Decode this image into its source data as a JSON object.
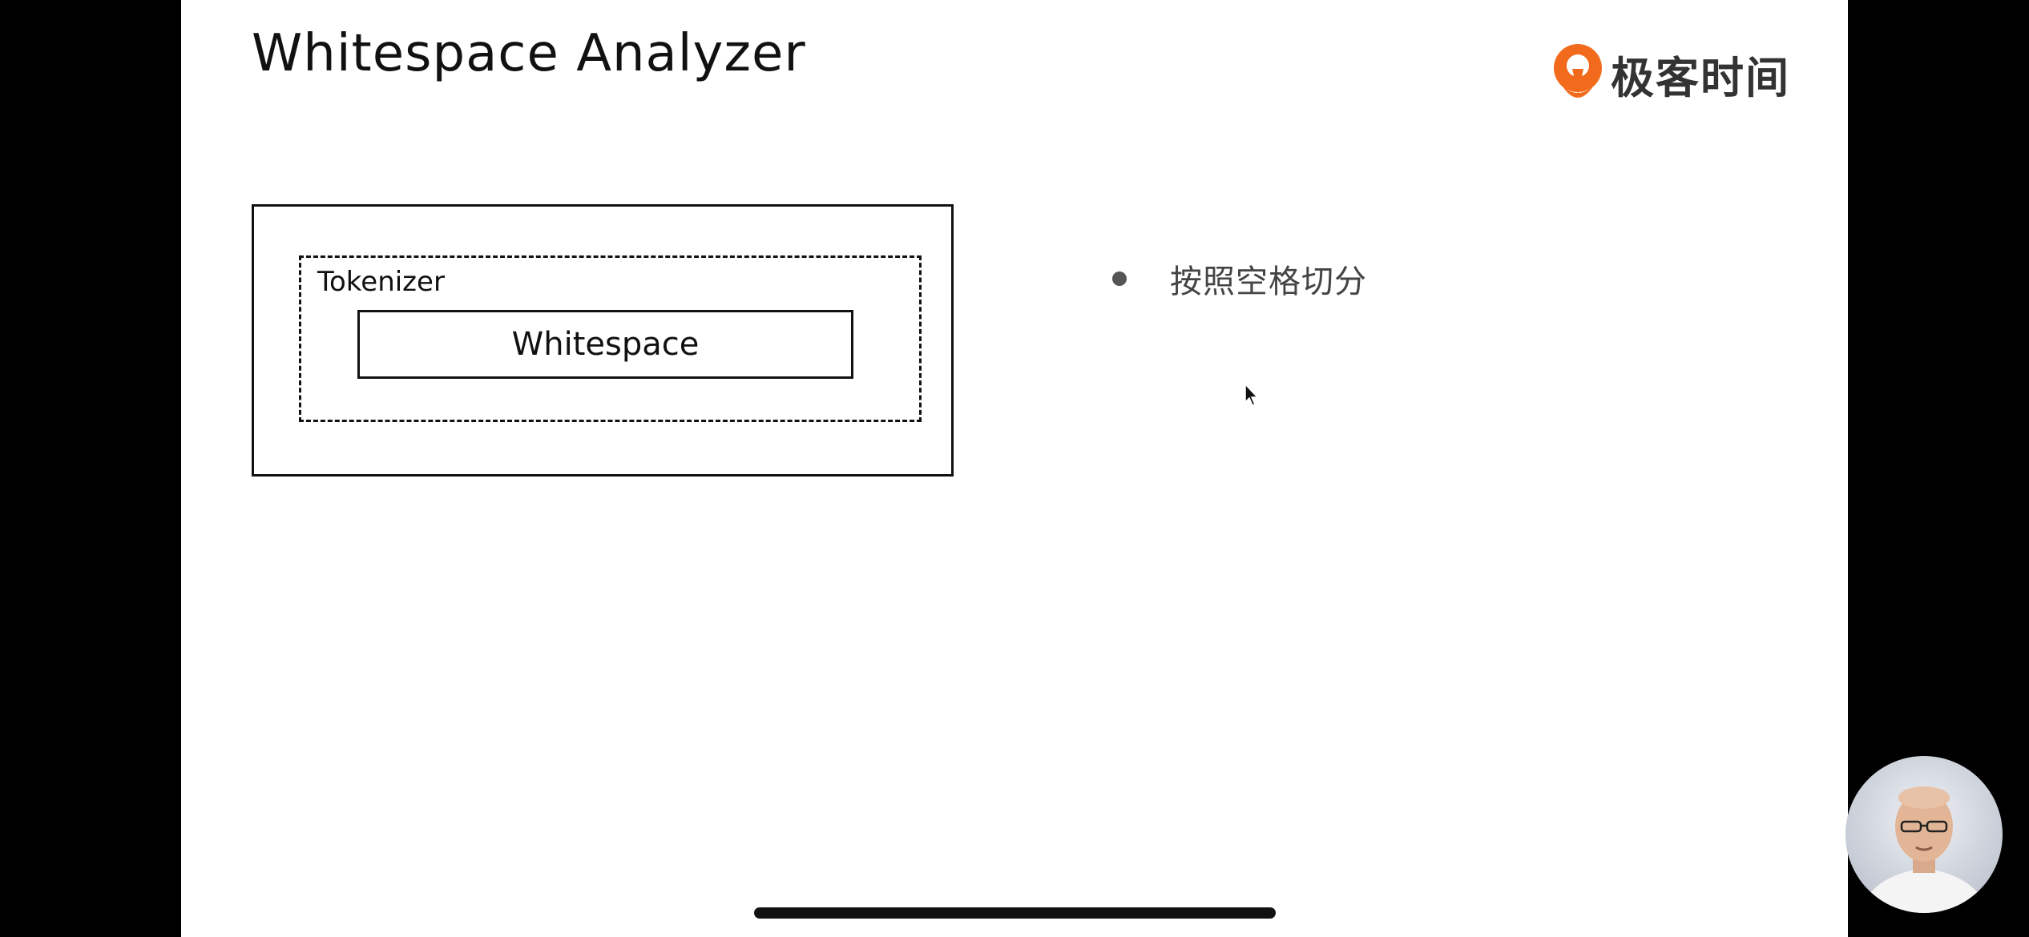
{
  "slide": {
    "title": "Whitespace Analyzer",
    "logo": {
      "icon": "geektime-logo-icon",
      "text": "极客时间",
      "color": "#f26b1d"
    },
    "diagram": {
      "tokenizer_label": "Tokenizer",
      "whitespace_label": "Whitespace"
    },
    "bullets": [
      "按照空格切分"
    ]
  },
  "presenter": {
    "icon": "presenter-video-thumbnail"
  },
  "colors": {
    "slide_bg": "#ffffff",
    "frame_bg": "#000000",
    "text": "#111111"
  }
}
